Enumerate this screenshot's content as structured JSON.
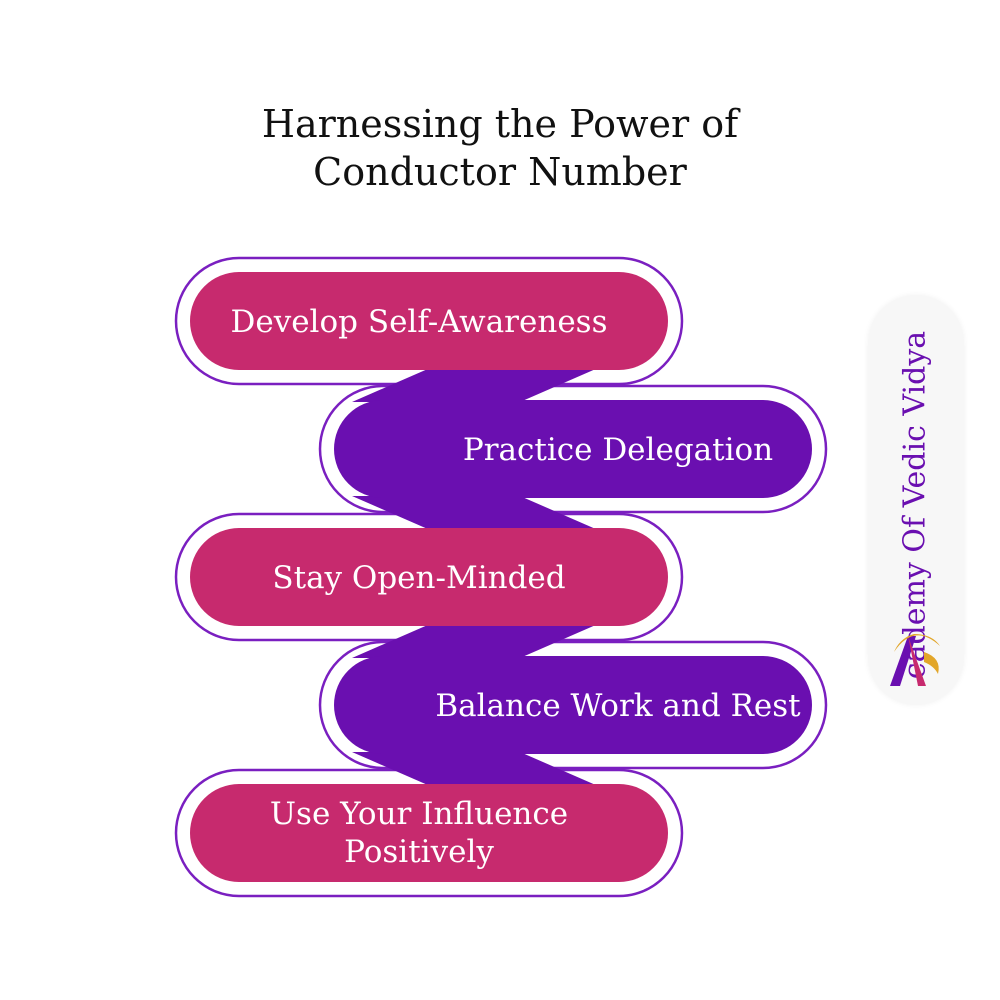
{
  "title": {
    "line1": "Harnessing the Power of",
    "line2": "Conductor Number"
  },
  "steps": [
    {
      "label": "Develop Self-Awareness",
      "side": "left"
    },
    {
      "label": "Practice Delegation",
      "side": "right"
    },
    {
      "label": "Stay Open-Minded",
      "side": "left"
    },
    {
      "label": "Balance Work and Rest",
      "side": "right"
    },
    {
      "label": "Use Your Influence Positively",
      "lines": [
        "Use Your Influence",
        "Positively"
      ],
      "side": "left"
    }
  ],
  "colors": {
    "left_pill": "#c72a6e",
    "right_pill": "#6a0fb0",
    "outline": "#7a1fc0",
    "connector": "#6a0fb0"
  },
  "watermark": {
    "text": "cademy Of Vedic Vidya",
    "logo_icon": "academy-logo-icon"
  }
}
